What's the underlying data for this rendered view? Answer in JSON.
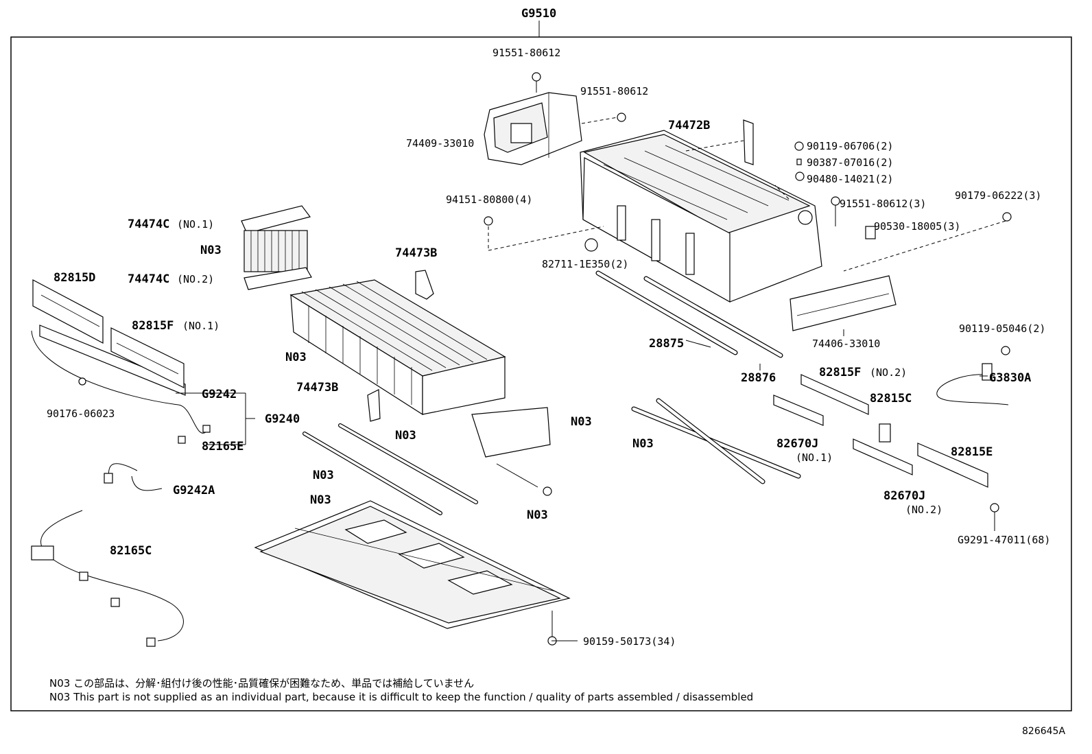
{
  "assembly_code": "G9510",
  "drawing_number": "826645A",
  "notes": {
    "jp": "N03  この部品は、分解･組付け後の性能･品質確保が困難なため、単品では補給していません",
    "en": "N03 This part is not supplied as an individual part, because it is difficult to keep the function / quality of parts assembled / disassembled"
  },
  "labels": {
    "p91551_top": "91551-80612",
    "p91551_mid": "91551-80612",
    "p74409": "74409-33010",
    "p74472B": "74472B",
    "p90119_06706": "90119-06706(2)",
    "p90387": "90387-07016(2)",
    "p90480": "90480-14021(2)",
    "p94151": "94151-80800(4)",
    "p91551_3": "91551-80612(3)",
    "p90179": "90179-06222(3)",
    "p90530": "90530-18005(3)",
    "p74474C1": "74474C",
    "p74474C1_sub": "(NO.1)",
    "pN03_a": "N03",
    "p74474C2": "74474C",
    "p74474C2_sub": "(NO.2)",
    "p74473B_a": "74473B",
    "p82711": "82711-1E350(2)",
    "p82815D": "82815D",
    "p82815F1": "82815F",
    "p82815F1_sub": "(NO.1)",
    "p74406": "74406-33010",
    "p28875": "28875",
    "p28876": "28876",
    "p90119_05046": "90119-05046(2)",
    "pN03_b": "N03",
    "p82815F2": "82815F",
    "p82815F2_sub": "(NO.2)",
    "pG3830A": "G3830A",
    "p74473B_b": "74473B",
    "pG9242": "G9242",
    "p90176": "90176-06023",
    "pG9240": "G9240",
    "pN03_c": "N03",
    "pN03_d": "N03",
    "p82815C": "82815C",
    "pN03_e": "N03",
    "p82670J1": "82670J",
    "p82670J1_sub": "(NO.1)",
    "p82165E": "82165E",
    "pN03_f": "N03",
    "p82815E": "82815E",
    "pG9242A": "G9242A",
    "pN03_g": "N03",
    "p82670J2": "82670J",
    "p82670J2_sub": "(NO.2)",
    "pN03_h": "N03",
    "pG9291": "G9291-47011(68)",
    "p82165C": "82165C",
    "p90159": "90159-50173(34)"
  }
}
